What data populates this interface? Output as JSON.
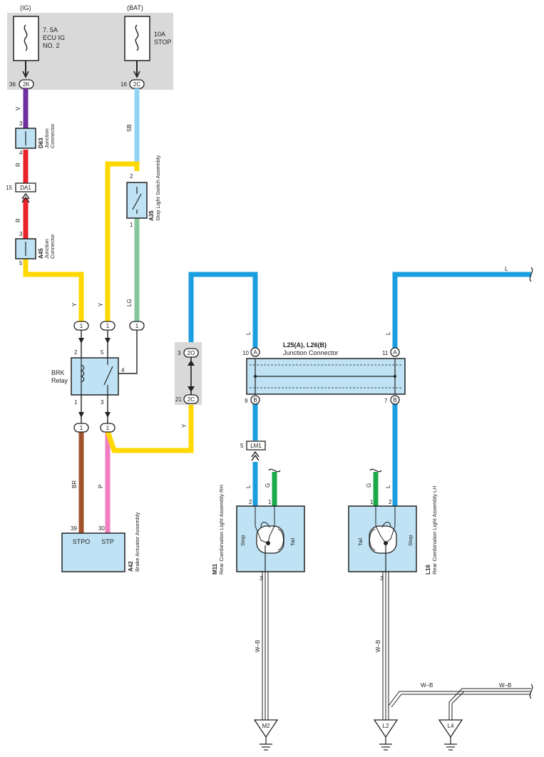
{
  "power": {
    "ig_label": "(IG)",
    "bat_label": "(BAT)",
    "fuse1_rating": "7. 5A",
    "fuse1_name1": "ECU IG",
    "fuse1_name2": "NO. 2",
    "fuse2_rating": "10A",
    "fuse2_name": "STOP",
    "conn_2k_pin": "36",
    "conn_2k": "2K",
    "conn_2c_pin": "16",
    "conn_2c": "2C"
  },
  "wires": {
    "v": "V",
    "r1": "R",
    "r2": "R",
    "sb": "SB",
    "y1": "Y",
    "y2": "Y",
    "lg": "LG",
    "br": "BR",
    "p": "P",
    "y3": "Y",
    "l1": "L",
    "l2": "L",
    "l3": "L",
    "l4": "L",
    "l5": "L",
    "g1": "G",
    "g2": "G",
    "wb1": "W–B",
    "wb2": "W–B",
    "wb3": "W–B",
    "wb4": "W–B"
  },
  "colors": {
    "violet": "#7030a0",
    "red": "#e8212a",
    "sky": "#8fd3f5",
    "yellow": "#ffd800",
    "lightgreen": "#86c79c",
    "brown": "#a0522d",
    "pink": "#f17fbf",
    "blue": "#1a9ee0",
    "green": "#1aaa4a",
    "box": "#bfe3f5"
  },
  "d63": {
    "id": "D63",
    "name1": "Junction",
    "name2": "Connector",
    "pin_top": "3",
    "pin_bottom": "4"
  },
  "da1": {
    "pin": "15",
    "id": "DA1"
  },
  "a45": {
    "id": "A45",
    "name1": "Junction",
    "name2": "Connector",
    "pin_top": "3",
    "pin_bottom": "5"
  },
  "a35": {
    "id": "A35",
    "name": "Stop Light Switch Assembly",
    "pin_top": "2",
    "pin_bottom": "1"
  },
  "relay": {
    "name1": "BRK",
    "name2": "Relay",
    "pin2": "2",
    "pin5": "5",
    "pin4": "4",
    "pin1": "1",
    "pin3": "3",
    "conn": "1"
  },
  "conn_2o": {
    "pin": "3",
    "id": "2O"
  },
  "conn_2c_lower": {
    "pin": "21",
    "id": "2C"
  },
  "junction": {
    "title": "L25(A), L26(B)",
    "subtitle": "Junction Connector",
    "pin10": "10",
    "pin11": "11",
    "pin9": "9",
    "pin7": "7",
    "a": "A",
    "b": "B"
  },
  "lm1": {
    "pin": "5",
    "id": "LM1"
  },
  "a42": {
    "id": "A42",
    "name": "Brake Actuator Assembly",
    "pin39": "39",
    "pin30": "30",
    "stpo": "STPO",
    "stp": "STP"
  },
  "m11": {
    "id": "M11",
    "name": "Rear Combination Light Assembly RH",
    "stop": "Stop",
    "tail": "Tail",
    "pin2": "2",
    "pin1": "1",
    "pin3": "3"
  },
  "l16": {
    "id": "L16",
    "name": "Rear Combination Light Assembly LH",
    "stop": "Stop",
    "tail": "Tail",
    "pin2": "2",
    "pin1": "1",
    "pin3": "3"
  },
  "grounds": {
    "m2": "M2",
    "l2": "L2",
    "l4": "L4"
  }
}
